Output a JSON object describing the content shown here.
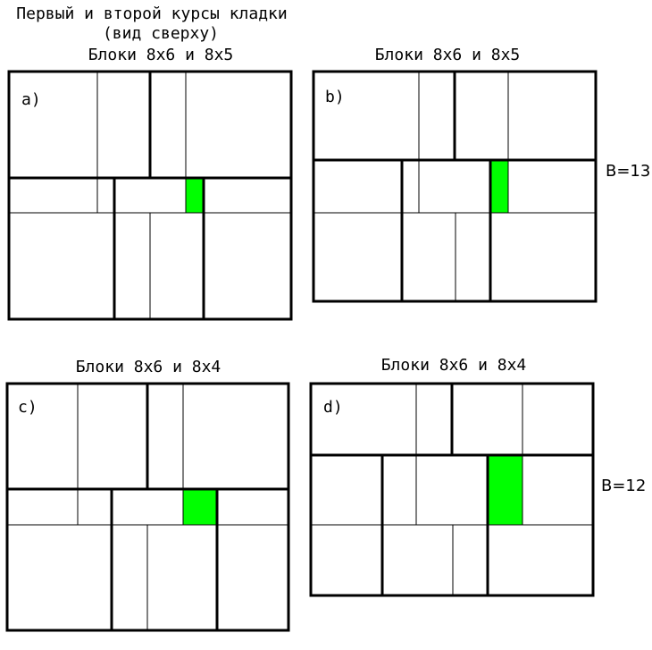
{
  "title": {
    "line1": "Первый и второй курсы кладки",
    "line2": "(вид сверху)"
  },
  "panels": [
    {
      "id": "a",
      "heading": "Блоки 8х6 и 8х5",
      "letter": "a)"
    },
    {
      "id": "b",
      "heading": "Блоки 8х6 и 8х5",
      "letter": "b)"
    },
    {
      "id": "c",
      "heading": "Блоки 8х6 и 8х4",
      "letter": "c)"
    },
    {
      "id": "d",
      "heading": "Блоки 8х6 и 8х4",
      "letter": "d)"
    }
  ],
  "side_labels": {
    "b": "B=13",
    "d": "B=12"
  },
  "colors": {
    "fill": "#00ff00",
    "line": "#000000",
    "background": "#ffffff"
  }
}
